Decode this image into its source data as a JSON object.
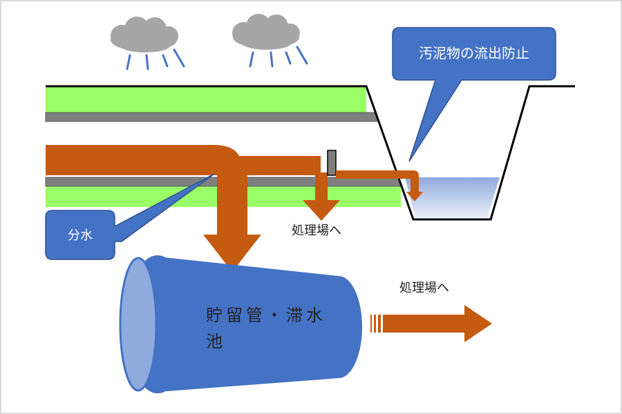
{
  "labels": {
    "callout_top": "汚泥物の流出防止",
    "callout_left": "分水",
    "to_plant_1": "処理場へ",
    "to_plant_2": "処理場へ",
    "tank_line1": "貯留管・滞水",
    "tank_line2": "池"
  },
  "colors": {
    "background": "#ffffff",
    "frame": "#d9d9d9",
    "cloud": "#a6a6a6",
    "rain": "#4472c4",
    "ground": "#99ff66",
    "pipe_wall": "#7f7f7f",
    "flow": "#c55a11",
    "tank": "#4472c4",
    "tank_face": "#8faadc",
    "water_top": "#8faadc",
    "water_bottom": "#eaf0fa",
    "callout": "#4472c4",
    "outline": "#000000"
  },
  "icons": [
    "rain-cloud-icon",
    "rain-cloud-icon",
    "flow-arrow-icon",
    "stripe-arrow-icon"
  ]
}
